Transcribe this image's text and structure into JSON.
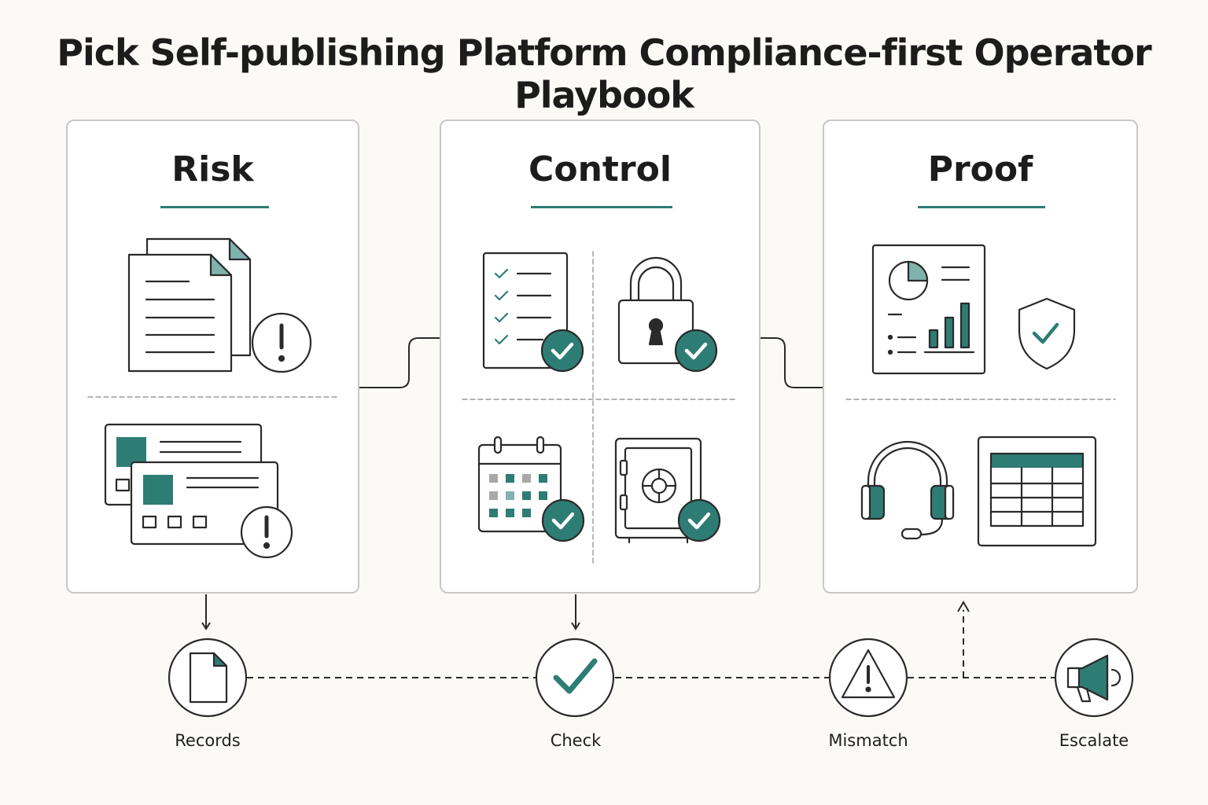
{
  "title": "Pick Self-publishing Platform Compliance-first Operator Playbook",
  "colors": {
    "accent": "#2e7d74",
    "stroke": "#2a2a2a",
    "panel_border": "#c7c7c7",
    "background": "#fbfaf6"
  },
  "panels": [
    {
      "title": "Risk",
      "icons": [
        "documents-warning-icon",
        "cards-warning-icon"
      ]
    },
    {
      "title": "Control",
      "icons": [
        "checklist-check-icon",
        "lock-check-icon",
        "calendar-check-icon",
        "safe-check-icon"
      ]
    },
    {
      "title": "Proof",
      "icons": [
        "report-chart-icon",
        "shield-check-icon",
        "headset-icon",
        "table-icon"
      ]
    }
  ],
  "steps": [
    {
      "label": "Records",
      "icon": "document-icon"
    },
    {
      "label": "Check",
      "icon": "checkmark-icon"
    },
    {
      "label": "Mismatch",
      "icon": "warning-triangle-icon"
    },
    {
      "label": "Escalate",
      "icon": "megaphone-icon"
    }
  ]
}
